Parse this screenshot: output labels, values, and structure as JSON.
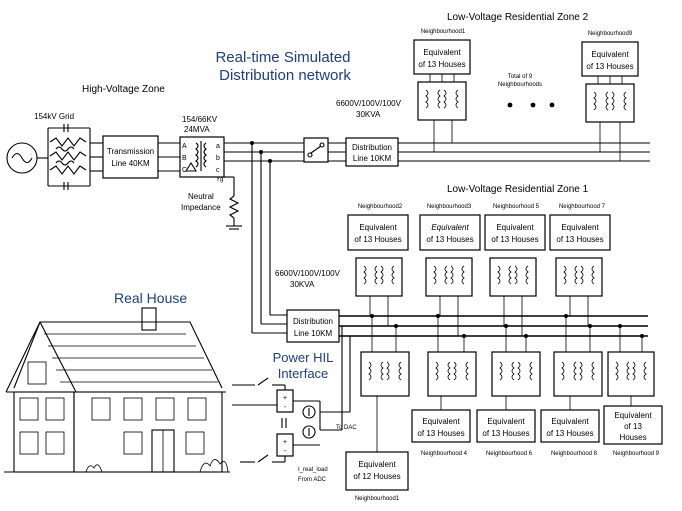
{
  "titles": {
    "rt_line1": "Real-time Simulated",
    "rt_line2": "Distribution network",
    "hv_zone": "High-Voltage Zone",
    "lv_zone2": "Low-Voltage Residential Zone 2",
    "lv_zone1": "Low-Voltage Residential Zone 1",
    "real_house": "Real House",
    "hil_line1": "Power HIL",
    "hil_line2": "Interface"
  },
  "hv": {
    "grid": "154kV Grid",
    "tx_l1": "Transmission",
    "tx_l2": "Line 40KM",
    "tf_l1": "154/66KV",
    "tf_l2": "24MVA",
    "pri_a": "A",
    "pri_b": "B",
    "pri_c": "C",
    "sec_a": "a",
    "sec_b": "b",
    "sec_c": "c",
    "sec_yg": "Yg",
    "ni_l1": "Neutral",
    "ni_l2": "Impedance"
  },
  "zone2": {
    "tf_l1": "6600V/100V/100V",
    "tf_l2": "30KVA",
    "line_l1": "Distribution",
    "line_l2": "Line 10KM",
    "total_l1": "Total of 9",
    "total_l2": "Neighbourhoods",
    "n1": {
      "name": "Neighbourhood1",
      "l1": "Equivalent",
      "l2": "of 13 Houses"
    },
    "n9": {
      "name": "Neighbourhood9",
      "l1": "Equivalent",
      "l2": "of 13 Houses"
    }
  },
  "zone1": {
    "tf_l1": "6600V/100V/100V",
    "tf_l2": "30KVA",
    "line_l1": "Distribution",
    "line_l2": "Line 10KM",
    "top": [
      {
        "name": "Neighbourhood2",
        "l1": "Equivalent",
        "l2": "of 13 Houses"
      },
      {
        "name": "Neighbourhood3",
        "l1": "Equivalent",
        "l2": "of 13 Houses"
      },
      {
        "name": "Neighbourhood 5",
        "l1": "Equivalent",
        "l2": "of 13 Houses"
      },
      {
        "name": "Neighbourhood 7",
        "l1": "Equivalent",
        "l2": "of 13 Houses"
      }
    ],
    "bottom": [
      {
        "name": "Neighbourhood1",
        "l1": "Equivalent",
        "l2": "of 12 Houses"
      },
      {
        "name": "Neighbourhood 4",
        "l1": "Equivalent",
        "l2": "of 13 Houses"
      },
      {
        "name": "Neighbourhood 6",
        "l1": "Equivalent",
        "l2": "of 13 Houses"
      },
      {
        "name": "Neighbourhood 8",
        "l1": "Equivalent",
        "l2": "of 13 Houses"
      },
      {
        "name": "Neighbourhood 9",
        "l1": "Equivalent",
        "l2": "of 13",
        "l3": "Houses"
      }
    ]
  },
  "hil": {
    "to_dac": "To DAC",
    "i_load_l1": "I_real_load",
    "i_load_l2": "From ADC"
  }
}
